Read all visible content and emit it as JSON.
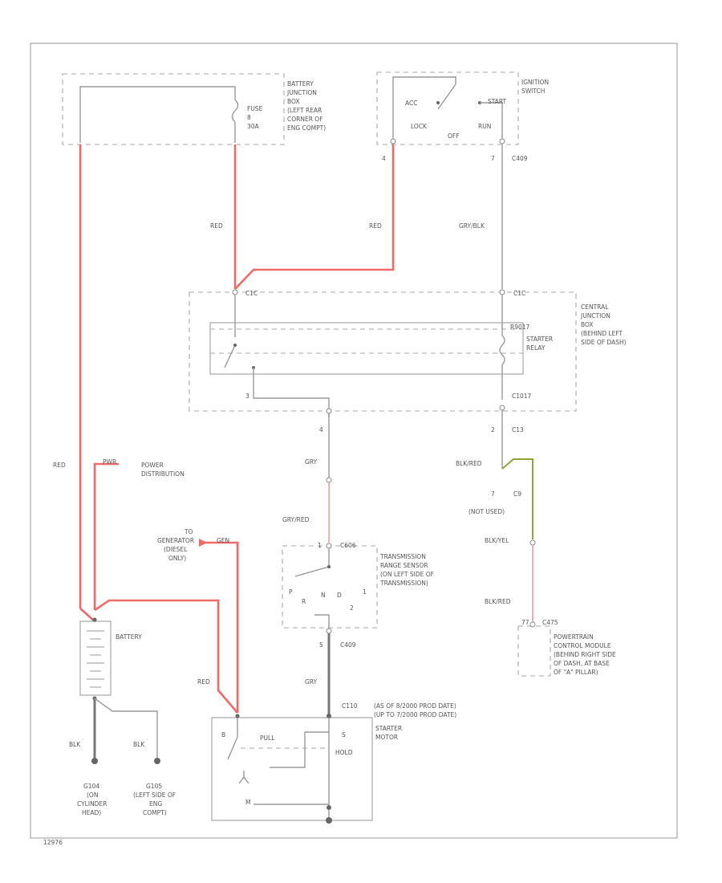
{
  "frame_id": "12976",
  "battery_jbox": [
    "BATTERY",
    "JUNCTION",
    "BOX",
    "(LEFT REAR",
    "CORNER OF",
    "ENG COMPT)"
  ],
  "fuse": [
    "FUSE",
    "8",
    "30A"
  ],
  "ignition": {
    "label": [
      "IGNITION",
      "SWITCH"
    ],
    "acc": "ACC",
    "lock": "LOCK",
    "off": "OFF",
    "run": "RUN",
    "start": "START",
    "pin_left": "4",
    "pin_right": "7",
    "connector": "C409"
  },
  "wire_red_1": "RED",
  "wire_red_2": "RED",
  "wire_grn_blk": "GRY/BLK",
  "cjb": {
    "label": [
      "CENTRAL",
      "JUNCTION",
      "BOX",
      "(BEHIND LEFT",
      "SIDE OF DASH)"
    ],
    "c1_left": "C1C",
    "c1_right": "C1C",
    "relay_conn": "R9017",
    "relay_label": [
      "STARTER",
      "RELAY"
    ],
    "pin_bottom_left": "3",
    "pin_bottom_right": "C1017"
  },
  "pin_4": "4",
  "pin_2": "2",
  "c_ctd": "C13",
  "wire_red_left": "RED",
  "power_dist": {
    "label": [
      "POWER",
      "DISTRIBUTION"
    ],
    "tag": "PWR"
  },
  "generator": {
    "label": [
      "TO",
      "GENERATOR",
      "(DIESEL",
      "ONLY)"
    ],
    "tag": "GEN"
  },
  "wire_gry_1": "GRY",
  "wire_gry_red": "GRY/RED",
  "wire_blk_red": "BLK/RED",
  "not_used": {
    "pin": "7",
    "connector": "C9",
    "label": "(NOT USED)"
  },
  "wire_blk_yel": "BLK/YEL",
  "wire_blk_red_2": "BLK/RED",
  "trs": {
    "conn_pin": "1",
    "conn": "C606",
    "label": [
      "TRANSMISSION",
      "RANGE SENSOR",
      "(ON LEFT SIDE OF",
      "TRANSMISSION)"
    ],
    "positions": [
      "P",
      "R",
      "N",
      "D",
      "2",
      "1"
    ]
  },
  "pcm": {
    "pin": "77",
    "conn": "C475",
    "label": [
      "POWERTRAIN",
      "CONTROL MODULE",
      "(BEHIND RIGHT SIDE",
      "OF DASH, AT BASE",
      "OF \"A\" PILLAR)"
    ]
  },
  "battery_label": "BATTERY",
  "wire_red_bat": "RED",
  "pin_5": "5",
  "c_c409": "C409",
  "wire_gry_2": "GRY",
  "starter": {
    "connector": "C110",
    "note": [
      "(AS OF 8/2000 PROD DATE)",
      "(UP TO 7/2000 PROD DATE)"
    ],
    "label": [
      "STARTER",
      "MOTOR"
    ],
    "pull": "PULL",
    "hold": "HOLD",
    "pin_s": "S",
    "pin_b": "B",
    "pin_m": "M"
  },
  "ground_left": {
    "wire": "BLK",
    "id": "G104",
    "desc": [
      "(ON",
      "CYLINDER",
      "HEAD)"
    ]
  },
  "ground_right": {
    "wire": "BLK",
    "id": "G105",
    "desc": [
      "(LEFT SIDE OF",
      "ENG",
      "COMPT)"
    ]
  },
  "colors": {
    "red_wire": "#f06a6a",
    "olive_wire": "#8fa53a",
    "pink_wire": "#e8a0a0"
  }
}
